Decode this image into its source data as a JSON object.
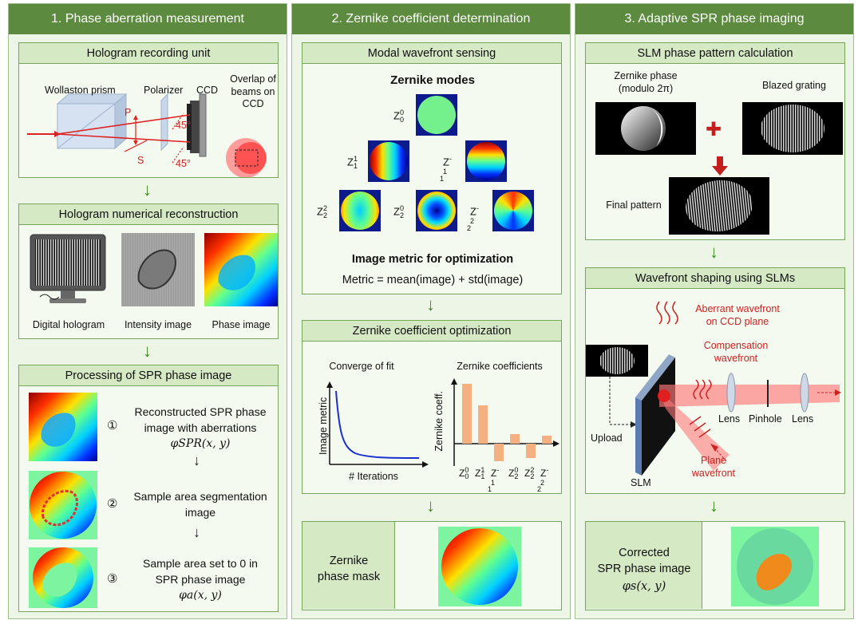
{
  "columns": [
    {
      "title": "1. Phase aberration measurement"
    },
    {
      "title": "2. Zernike coefficient determination"
    },
    {
      "title": "3. Adaptive SPR phase imaging"
    }
  ],
  "col1": {
    "hologram_unit": {
      "title": "Hologram recording unit",
      "wollaston": "Wollaston prism",
      "polarizer": "Polarizer",
      "ccd": "CCD",
      "overlap": "Overlap of beams on CCD",
      "p": "P",
      "s": "S",
      "angle_top": "45°",
      "angle_bottom": "45°"
    },
    "reconstruction": {
      "title": "Hologram numerical reconstruction",
      "digital": "Digital hologram",
      "intensity": "Intensity image",
      "phase": "Phase image"
    },
    "processing": {
      "title": "Processing of SPR phase image",
      "step1_num": "①",
      "step1_line1": "Reconstructed SPR phase",
      "step1_line2": "image with aberrations",
      "step1_formula": "φSPR(x, y)",
      "step2_num": "②",
      "step2_line1": "Sample area segmentation",
      "step2_line2": "image",
      "step3_num": "③",
      "step3_line1": "Sample area set to 0 in",
      "step3_line2": "SPR phase image",
      "step3_formula": "φa(x, y)"
    }
  },
  "col2": {
    "modal": {
      "title": "Modal wavefront sensing",
      "modes_title": "Zernike modes",
      "metric_title": "Image metric for optimization",
      "metric_formula": "Metric = mean(image) + std(image)"
    },
    "optimization": {
      "title": "Zernike coefficient optimization",
      "converge": "Converge of fit",
      "coeffs": "Zernike coefficients",
      "ylabel_left": "Image metric",
      "xlabel_left": "# Iterations",
      "ylabel_right": "Zernike coeff.",
      "bar_values": [
        0.75,
        0.48,
        -0.22,
        0.12,
        -0.18,
        0.1
      ]
    },
    "mask": {
      "label_line1": "Zernike",
      "label_line2": "phase mask"
    }
  },
  "col3": {
    "slm_calc": {
      "title": "SLM phase pattern calculation",
      "zernike_phase_line1": "Zernike phase",
      "zernike_phase_line2": "(modulo 2π)",
      "blazed": "Blazed grating",
      "plus": "✚",
      "final": "Final pattern"
    },
    "shaping": {
      "title": "Wavefront shaping using SLMs",
      "aberrant_line1": "Aberrant wavefront",
      "aberrant_line2": "on CCD plane",
      "compensation_line1": "Compensation",
      "compensation_line2": "wavefront",
      "upload": "Upload",
      "lens1": "Lens",
      "pinhole": "Pinhole",
      "lens2": "Lens",
      "plane_line1": "Plane",
      "plane_line2": "wavefront",
      "slm": "SLM"
    },
    "corrected": {
      "label_line1": "Corrected",
      "label_line2": "SPR phase image",
      "formula": "φs(x, y)"
    }
  },
  "colors": {
    "header_green": "#5c8a3e",
    "title_green": "#d4e9c4",
    "arrow_green": "#3f8a1e",
    "beam_red": "#d22"
  }
}
